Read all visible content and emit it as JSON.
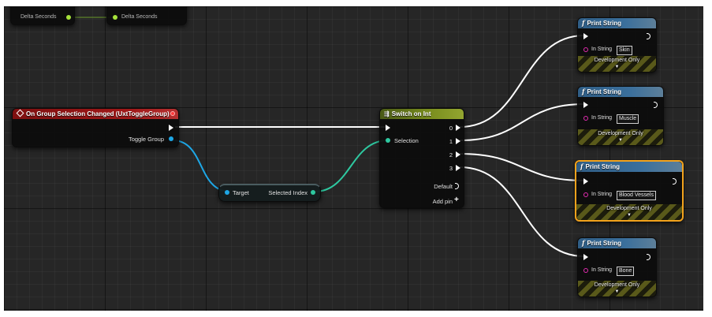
{
  "colors": {
    "exec_wire": "#ffffff",
    "object_pin": "#1ea7e6",
    "int_pin": "#2ec8a0",
    "float_pin": "#a6e23b",
    "string_pin": "#e22bb0",
    "selection_outline": "#f2a21c"
  },
  "top_nodes": {
    "left_pin_label": "Delta Seconds",
    "right_pin_label": "Delta Seconds"
  },
  "event_node": {
    "title": "On Group Selection Changed (UxtToggleGroup)",
    "output_pin": "Toggle Group",
    "icon": "event-diamond-icon"
  },
  "get_node": {
    "input_pin": "Target",
    "output_pin": "Selected Index"
  },
  "switch_node": {
    "title": "Switch on Int",
    "icon": "switch-icon",
    "selection_label": "Selection",
    "outputs": [
      "0",
      "1",
      "2",
      "3"
    ],
    "default_label": "Default",
    "add_pin_label": "Add pin",
    "add_pin_icon": "plus-icon"
  },
  "print_nodes": [
    {
      "title": "Print String",
      "in_label": "In String",
      "value": "Skin",
      "dev_label": "Development Only"
    },
    {
      "title": "Print String",
      "in_label": "In String",
      "value": "Muscle",
      "dev_label": "Development Only"
    },
    {
      "title": "Print String",
      "in_label": "In String",
      "value": "Blood Vessels",
      "dev_label": "Development Only"
    },
    {
      "title": "Print String",
      "in_label": "In String",
      "value": "Bone",
      "dev_label": "Development Only"
    }
  ]
}
